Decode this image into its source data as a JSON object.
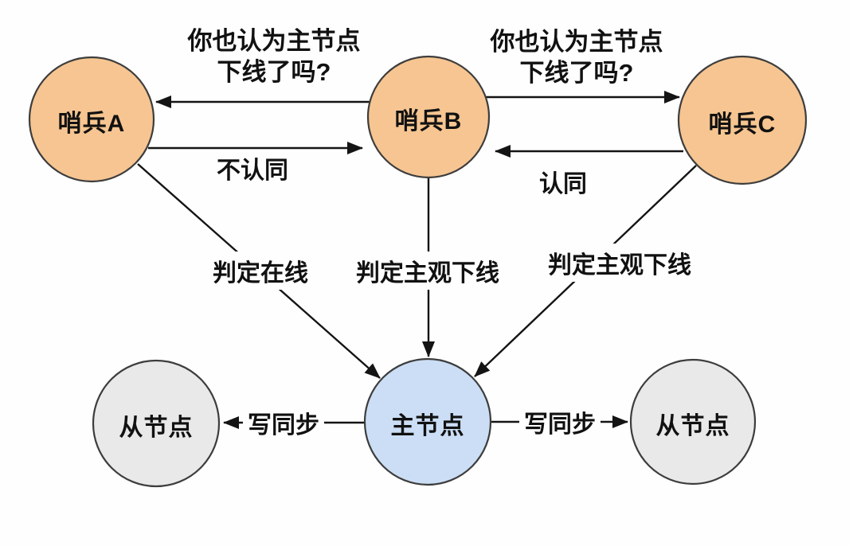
{
  "colors": {
    "background": "#fefefe",
    "sentinel_fill": "#f6c591",
    "master_fill": "#cbdef5",
    "slave_fill": "#e9e9e9",
    "node_border": "#3d3d3d",
    "edge_line": "#141414",
    "text": "#111111"
  },
  "nodes": {
    "sentinel_a": {
      "label": "哨兵A"
    },
    "sentinel_b": {
      "label": "哨兵B"
    },
    "sentinel_c": {
      "label": "哨兵C"
    },
    "master": {
      "label": "主节点"
    },
    "slave_left": {
      "label": "从节点"
    },
    "slave_right": {
      "label": "从节点"
    }
  },
  "edges": {
    "ask_left": {
      "line1": "你也认为主节点",
      "line2": "下线了吗?"
    },
    "ask_right": {
      "line1": "你也认为主节点",
      "line2": "下线了吗?"
    },
    "reply_left": {
      "label": "不认同"
    },
    "reply_right": {
      "label": "认同"
    },
    "verdict_a": {
      "label": "判定在线"
    },
    "verdict_b": {
      "label": "判定主观下线"
    },
    "verdict_c": {
      "label": "判定主观下线"
    },
    "sync_left": {
      "label": "写同步"
    },
    "sync_right": {
      "label": "写同步"
    }
  }
}
